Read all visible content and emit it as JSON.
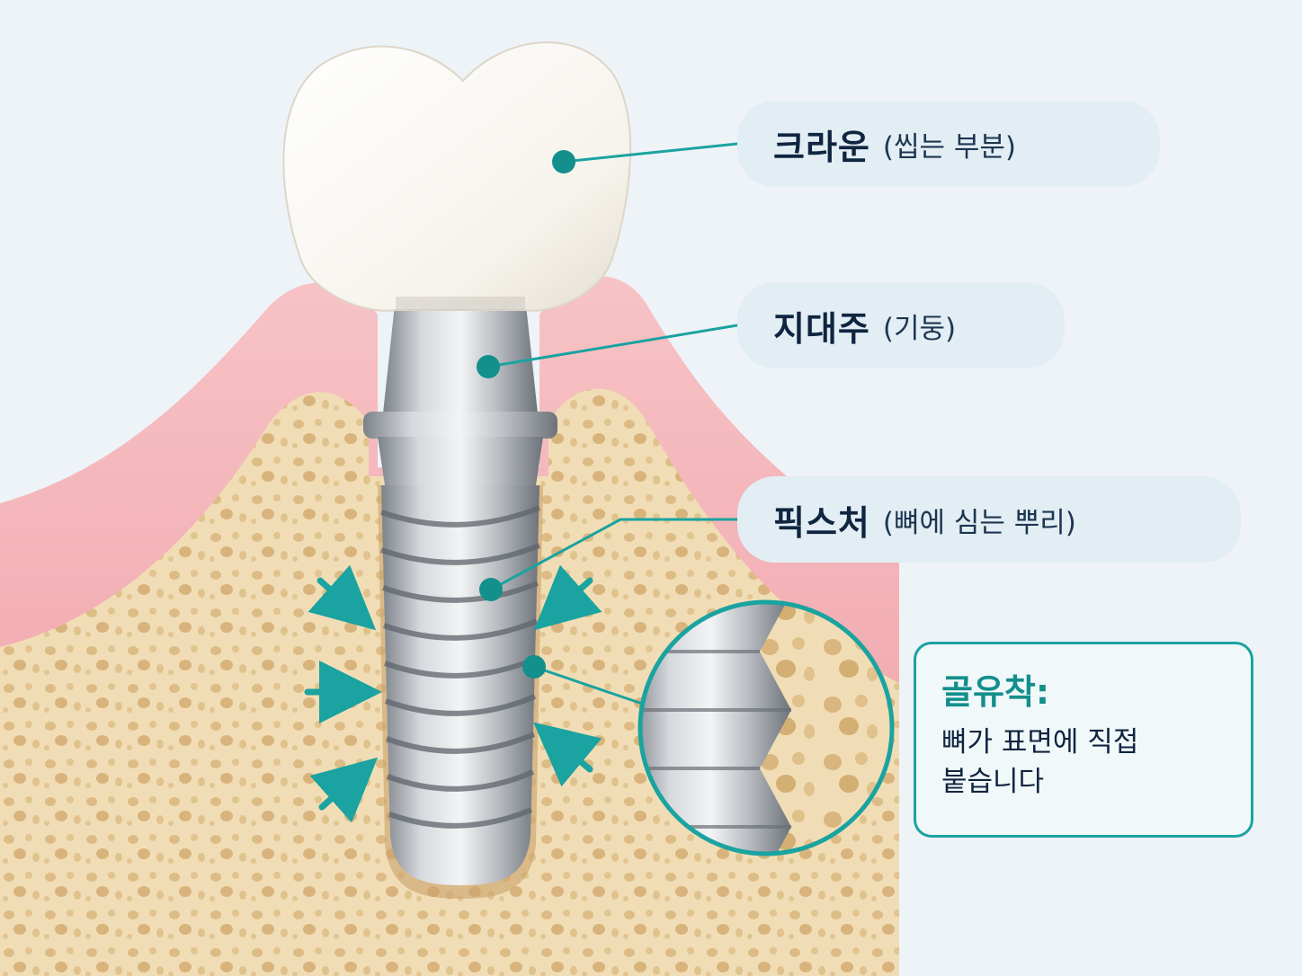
{
  "labels": {
    "crown": {
      "main": "크라운",
      "sub": "(씹는 부분)"
    },
    "abutment": {
      "main": "지대주",
      "sub": "(기둥)"
    },
    "fixture": {
      "main": "픽스처",
      "sub": "(뼈에 심는 뿌리)"
    }
  },
  "osseointegration": {
    "title": "골유착:",
    "line1": "뼈가 표면에 직접",
    "line2": "붙습니다"
  },
  "colors": {
    "accent": "#1aa3a0",
    "gum": "#f2a8ae",
    "bone": "#f0dcb4",
    "crown": "#fbfaf6",
    "metal": "#a9aeb4",
    "text": "#0f2540"
  }
}
